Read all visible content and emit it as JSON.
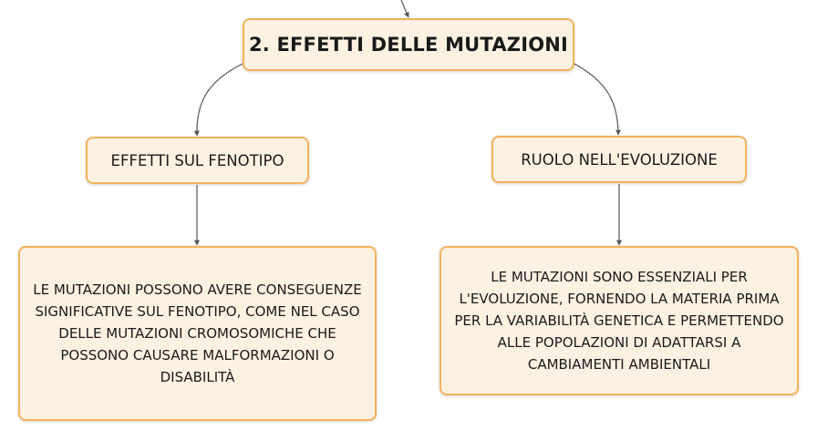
{
  "root": {
    "title": "2. EFFETTI DELLE MUTAZIONI"
  },
  "branches": [
    {
      "heading": "EFFETTI SUL FENOTIPO",
      "detail": "LE MUTAZIONI POSSONO AVERE CONSEGUENZE SIGNIFICATIVE SUL FENOTIPO, COME NEL CASO DELLE MUTAZIONI CROMOSOMICHE CHE POSSONO CAUSARE MALFORMAZIONI O DISABILITÀ"
    },
    {
      "heading": "RUOLO NELL'EVOLUZIONE",
      "detail": "LE MUTAZIONI SONO ESSENZIALI PER L'EVOLUZIONE, FORNENDO LA MATERIA PRIMA PER LA VARIABILITÀ GENETICA E PERMETTENDO ALLE POPOLAZIONI DI ADATTARSI A CAMBIAMENTI AMBIENTALI"
    }
  ],
  "colors": {
    "node_fill": "#fdf1e2",
    "node_border": "#f2b25c",
    "connector": "#555555"
  }
}
